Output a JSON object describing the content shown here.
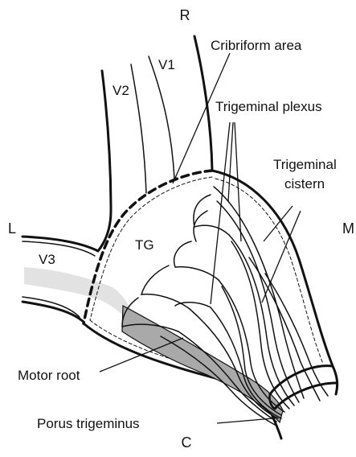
{
  "orientation": {
    "top": "R",
    "bottom": "C",
    "left": "L",
    "right": "M"
  },
  "labels": {
    "v1": "V1",
    "v2": "V2",
    "v3": "V3",
    "tg": "TG",
    "cribriform_area": "Cribriform area",
    "trigeminal_plexus": "Trigeminal plexus",
    "trigeminal_cistern_line1": "Trigeminal",
    "trigeminal_cistern_line2": "cistern",
    "motor_root": "Motor root",
    "porus_trigeminus": "Porus trigeminus"
  },
  "colors": {
    "line": "#111111",
    "motor_root_fill": "#a9a9a9",
    "v3_fill": "#e2e2e2",
    "background": "#ffffff"
  }
}
